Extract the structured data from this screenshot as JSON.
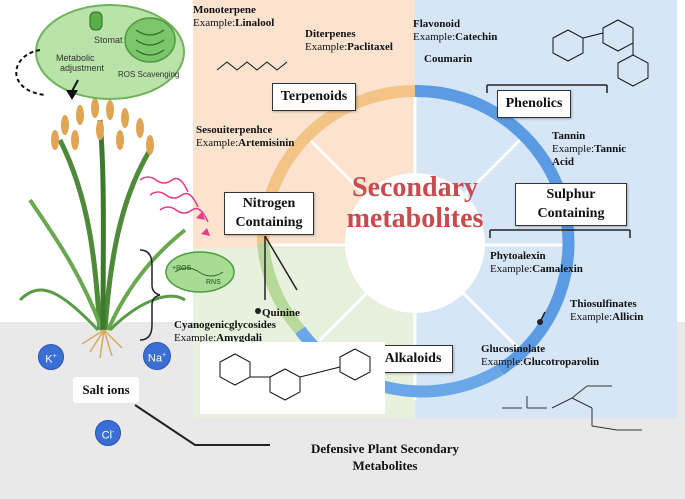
{
  "center_title": {
    "line1": "Secondary",
    "line2": "metabolites"
  },
  "categories": {
    "terpenoids": "Terpenoids",
    "phenolics": "Phenolics",
    "sulphur_line1": "Sulphur",
    "sulphur_line2": "Containing",
    "nitrogen_line1": "Nitrogen",
    "nitrogen_line2": "Containing",
    "alkaloids": "Alkaloids"
  },
  "examples": {
    "monoterpene_name": "Monoterpene",
    "monoterpene_prefix": "Example:",
    "monoterpene_value": "Linalool",
    "diterpenes_name": "Diterpenes",
    "diterpenes_prefix": "Example:",
    "diterpenes_value": "Paclitaxel",
    "sesquiterpene_name": "Sesouiterpenhce",
    "sesquiterpene_prefix": "Example:",
    "sesquiterpene_value": "Artemisinin",
    "flavonoid_name": "Flavonoid",
    "flavonoid_prefix": "Example:",
    "flavonoid_value": "Catechin",
    "coumarin": "Coumarin",
    "tannin_name": "Tannin",
    "tannin_prefix": "Example:",
    "tannin_value1": "Tannic",
    "tannin_value2": "Acid",
    "phytoalexin_name": "Phytoalexin",
    "phytoalexin_prefix": "Example:",
    "phytoalexin_value": "Camalexin",
    "thiosulfinates_name": "Thiosulfinates",
    "thiosulfinates_prefix": "Example:",
    "thiosulfinates_value": "Allicin",
    "glucosinolate_name": "Glucosinolate",
    "glucosinolate_prefix": "Example:",
    "glucosinolate_value": "Glucotroparolin",
    "quinine": "Quinine",
    "cyanogenic_name": "Cyanogenicglycosides",
    "cyanogenic_prefix": "Example:",
    "cyanogenic_value": "Amygdali"
  },
  "cell": {
    "stomat": "Stomat",
    "metabolic_line1": "Metabolic",
    "metabolic_line2": "adjustment",
    "ros": "ROS Scavenging"
  },
  "organelle": {
    "ros": "+ROS",
    "rns": "RNS"
  },
  "ions": {
    "k": "K",
    "k_sup": "+",
    "na": "Na",
    "na_sup": "+",
    "cl": "Cl",
    "cl_sup": "-"
  },
  "salt_ions": "Salt ions",
  "footer": {
    "line1": "Defensive Plant Secondary",
    "line2": "Metabolites"
  },
  "colors": {
    "orange_arc": "#f3c486",
    "blue_arc": "#5b9be3",
    "green_arc": "#b7d99a",
    "title_red": "#c94a4f",
    "ion_blue": "#3b6fd6"
  }
}
